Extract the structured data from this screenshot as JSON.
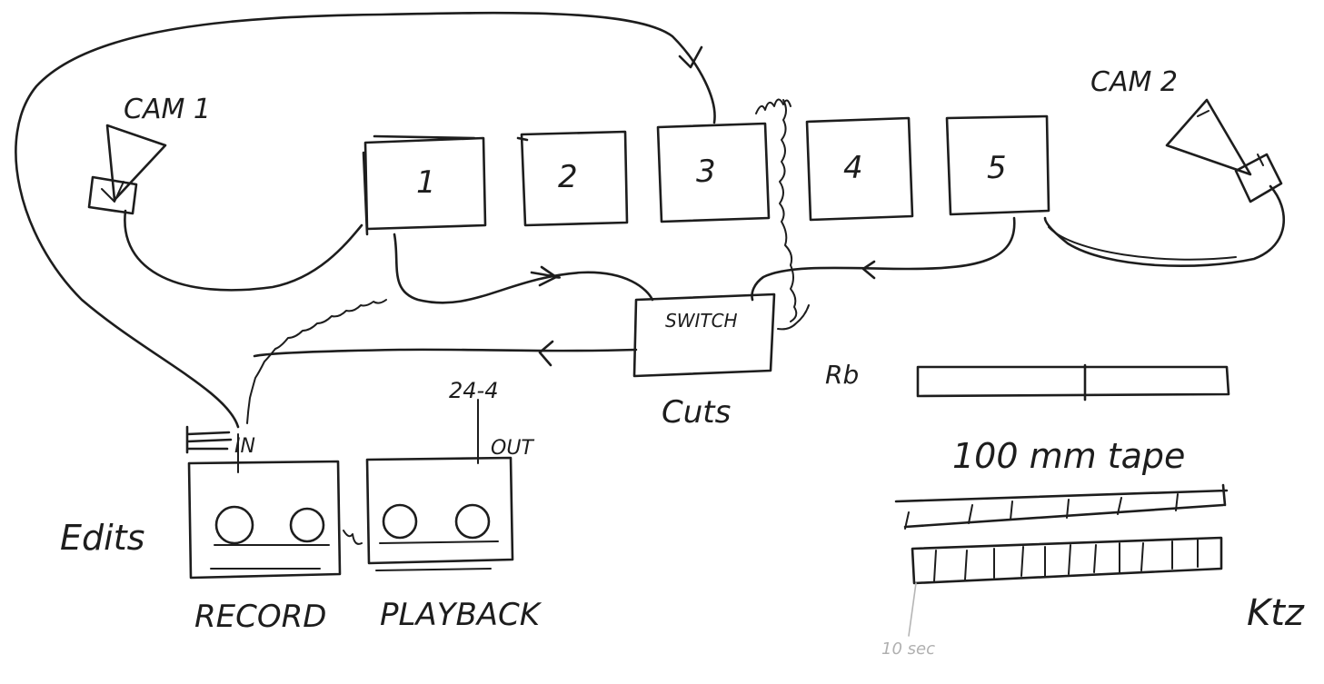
{
  "cameras": {
    "cam1_label": "CAM 1",
    "cam2_label": "CAM 2"
  },
  "monitors": [
    "1",
    "2",
    "3",
    "4",
    "5"
  ],
  "switch": {
    "label": "SWITCH",
    "note": "Cuts"
  },
  "decks": {
    "in_label": "IN",
    "out_label": "OUT",
    "timecode_label": "24-4",
    "record_label": "RECORD",
    "playback_label": "PLAYBACK",
    "side_note": "Edits"
  },
  "tape": {
    "tape_label": "100 mm tape",
    "scale_note": "10 sec"
  },
  "marks": {
    "scribble_mid": "Rb",
    "scribble_right": "Ktz"
  }
}
